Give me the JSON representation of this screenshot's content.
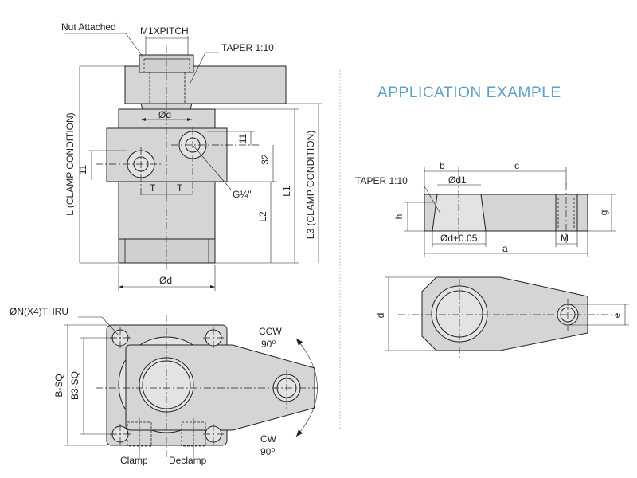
{
  "labels": {
    "nut_attached": "Nut Attached",
    "m1xpitch": "M1XPITCH",
    "taper_main": "TAPER 1:10",
    "od_top": "Ød",
    "eleven_right": "11",
    "thirty_two": "32",
    "eleven_left": "11",
    "t_left": "T",
    "t_right": "T",
    "g_quarter": "G¼\"",
    "l_clamp": "L (CLAMP CONDITION)",
    "l1": "L1",
    "l2": "L2",
    "l3_clamp": "L3 (CLAMP CONDITION)",
    "od_bottom": "Ød",
    "n_thru": "ØN(X4)THRU",
    "b_sq": "B-SQ",
    "b3_sq": "B3-SQ",
    "ccw": "CCW",
    "ccw_deg": "90⁰",
    "cw": "CW",
    "cw_deg": "90⁰",
    "clamp": "Clamp",
    "declamp": "Declamp",
    "app_title": "APPLICATION EXAMPLE",
    "app_taper": "TAPER 1:10",
    "app_b": "b",
    "app_c": "c",
    "app_od1": "Ød1",
    "app_h": "h",
    "app_g": "g",
    "app_od_tol": "Ød+0.05",
    "app_m": "M",
    "app_a": "a",
    "app_d": "d",
    "app_e": "e"
  },
  "colors": {
    "part_fill": "#d4d5d7",
    "line": "#231f20",
    "title": "#5aa0c8",
    "separator": "#9fc9df"
  }
}
